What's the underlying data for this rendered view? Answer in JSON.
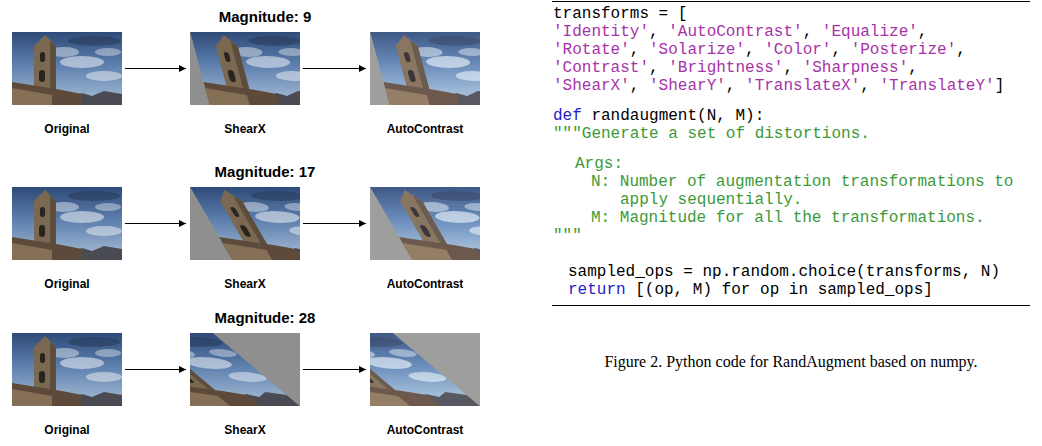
{
  "diagram": {
    "caption": "Figure 2. Python code for RandAugment based on numpy.",
    "nodes": [
      {
        "text": [
          "Original"
        ]
      },
      {
        "text": [
          "ShearX"
        ]
      },
      {
        "text": [
          "AutoContrast"
        ]
      },
      {
        "text": [
          "Original"
        ]
      },
      {
        "text": [
          "ShearX"
        ]
      },
      {
        "text": [
          "AutoContrast"
        ]
      },
      {
        "text": [
          "Original"
        ]
      },
      {
        "text": [
          "ShearX"
        ]
      },
      {
        "text": [
          "AutoContrast"
        ]
      }
    ],
    "edges": [
      {
        "from": 0,
        "to": 1,
        "arrow": "to"
      },
      {
        "from": 1,
        "to": 2,
        "arrow": "to"
      },
      {
        "from": 3,
        "to": 4,
        "arrow": "to"
      },
      {
        "from": 4,
        "to": 5,
        "arrow": "to"
      },
      {
        "from": 6,
        "to": 7,
        "arrow": "to"
      },
      {
        "from": 7,
        "to": 8,
        "arrow": "to"
      }
    ],
    "labels": [
      "Magnitude: 9",
      "Magnitude: 17",
      "Magnitude: 28",
      "transforms = [",
      "'Identity', 'AutoContrast', 'Equalize',",
      "'Rotate', 'Solarize', 'Color', 'Posterize',",
      "'Contrast', 'Brightness', 'Sharpness',",
      "'ShearX', 'ShearY', 'TranslateX', 'TranslateY']",
      "def randaugment(N, M):",
      "\"\"\"Generate a set of distortions.",
      "Args:",
      "N: Number of augmentation transformations to",
      "apply sequentially.",
      "M: Magnitude for all the transformations.",
      "\"\"\"",
      "sampled_ops = np.random.choice(transforms, N)",
      "return [(op, M) for op in sampled_ops]"
    ]
  }
}
